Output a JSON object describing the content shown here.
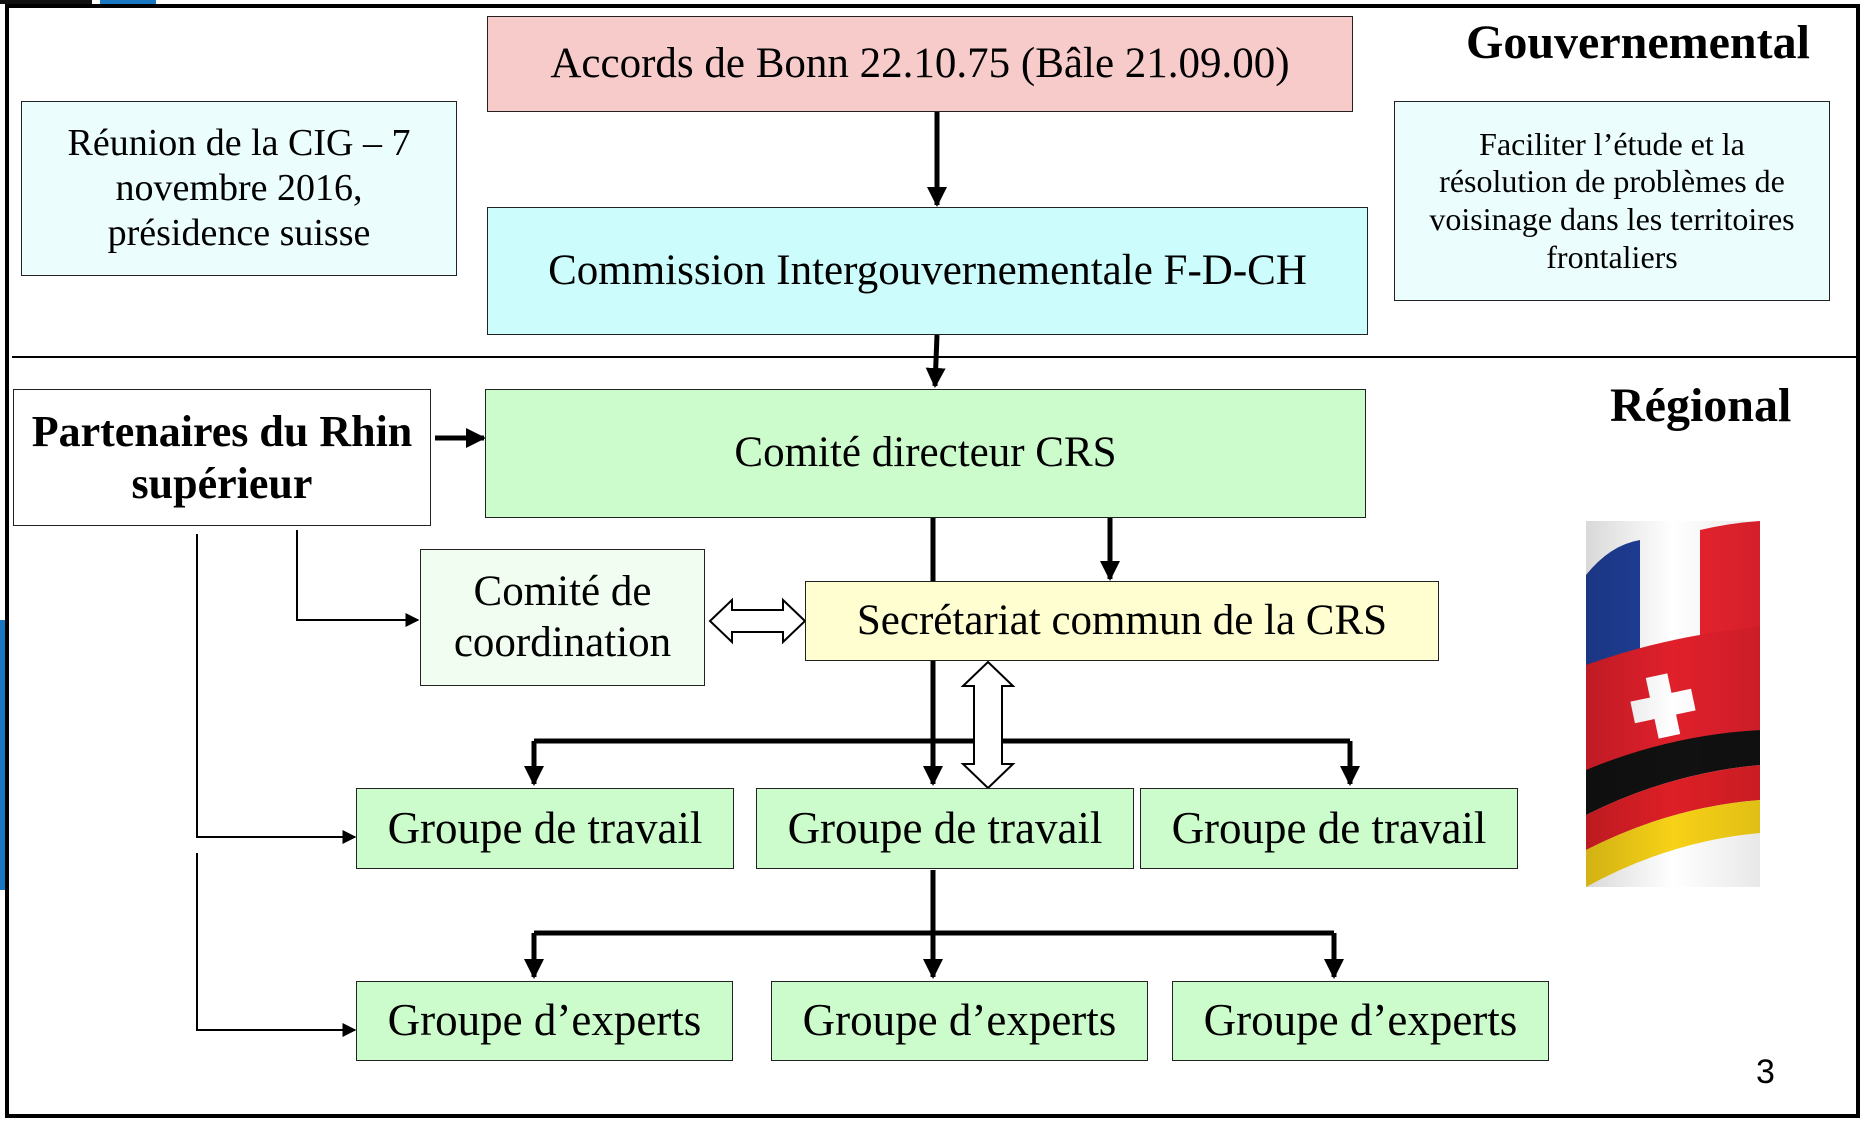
{
  "sections": {
    "top_label": "Gouvernemental",
    "bottom_label": "Régional"
  },
  "boxes": {
    "accords": "Accords de Bonn 22.10.75 (Bâle 21.09.00)",
    "commission": "Commission Intergouvernementale F-D-CH",
    "meeting": "Réunion de la CIG – 7 novembre 2016, présidence suisse",
    "mission": "Faciliter l’étude et la résolution de problèmes de voisinage dans les territoires frontaliers",
    "partners": "Partenaires du Rhin supérieur",
    "steering": "Comité directeur CRS",
    "coordination": "Comité de coordination",
    "secretariat": "Secrétariat commun de la CRS",
    "working_groups": [
      "Groupe de travail",
      "Groupe de travail",
      "Groupe de travail"
    ],
    "expert_groups": [
      "Groupe d’experts",
      "Groupe d’experts",
      "Groupe d’experts"
    ]
  },
  "flag_logo": {
    "name": "flag-ribbon-icon",
    "colors": [
      "#1f3f99",
      "#ffffff",
      "#e8232f",
      "#000000",
      "#f7d117"
    ]
  },
  "page_number": "3"
}
